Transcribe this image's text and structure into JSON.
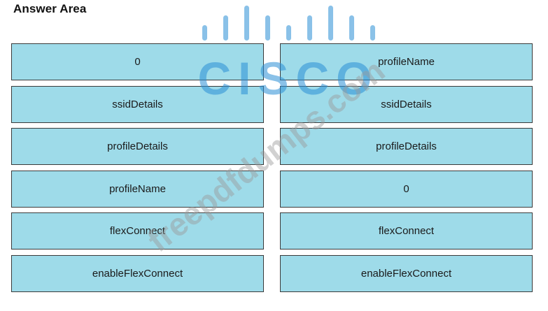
{
  "title": "Answer Area",
  "left_column": [
    {
      "label": "0"
    },
    {
      "label": "ssidDetails"
    },
    {
      "label": "profileDetails"
    },
    {
      "label": "profileName"
    },
    {
      "label": "flexConnect"
    },
    {
      "label": "enableFlexConnect"
    }
  ],
  "right_column": [
    {
      "label": "profileName"
    },
    {
      "label": "ssidDetails"
    },
    {
      "label": "profileDetails"
    },
    {
      "label": "0"
    },
    {
      "label": "flexConnect"
    },
    {
      "label": "enableFlexConnect"
    }
  ],
  "watermark": {
    "brand": "CISCO",
    "site": "freepdfdumps.com",
    "color": "#2b8fd6"
  },
  "colors": {
    "box_fill": "#9edbe9",
    "box_border": "#3b3b3b"
  }
}
